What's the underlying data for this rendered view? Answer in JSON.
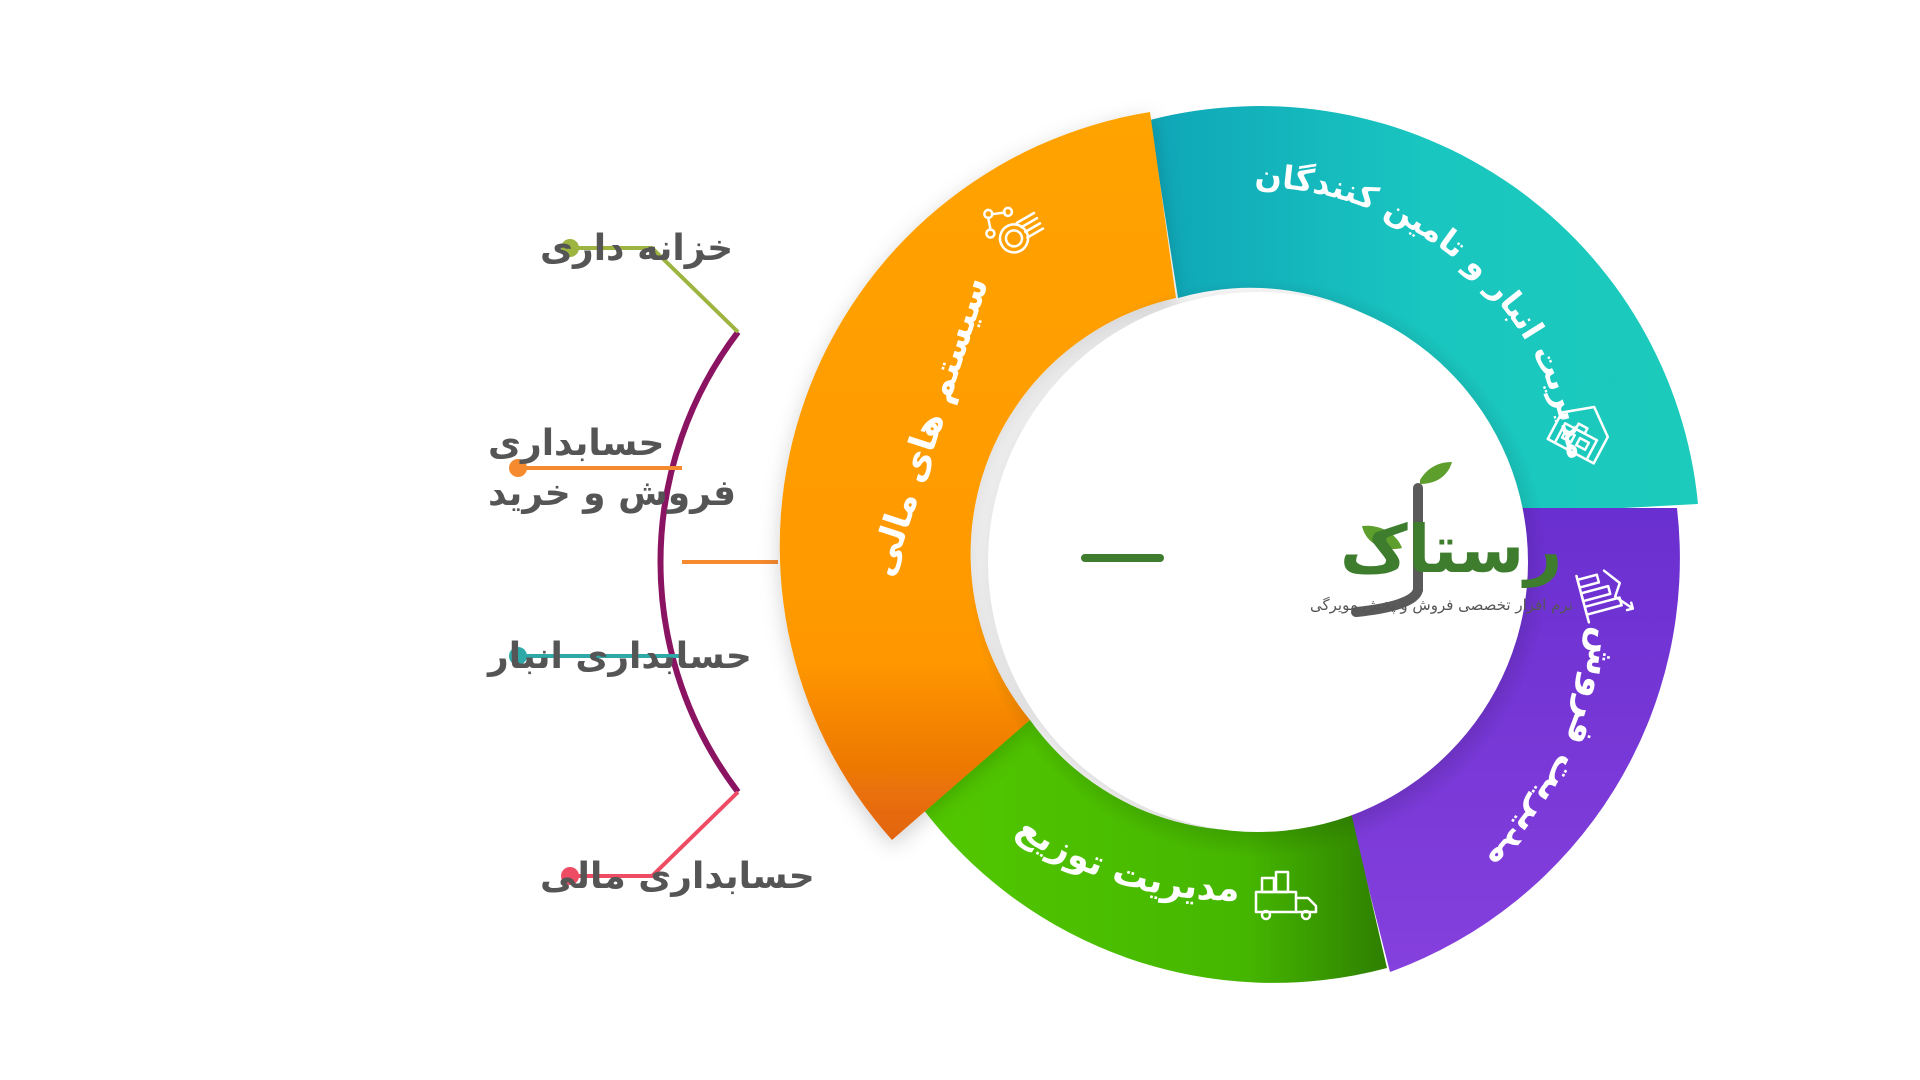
{
  "logo": {
    "name": "رستاک",
    "tagline": "نرم افزار تخصصی فروش و پخش مویرگی"
  },
  "segments": [
    {
      "id": "financial-systems",
      "label": "سیستم های مالی",
      "color": "#FF9C00",
      "icon": "coins-network-icon"
    },
    {
      "id": "warehouse-supplier-management",
      "label": "مدیریت انبار و تامین کنندگان",
      "color": "#1CC9BE",
      "icon": "warehouse-icon"
    },
    {
      "id": "sales-management",
      "label": "مدیریت فروش",
      "color": "#7B3FE0",
      "icon": "sales-chart-icon"
    },
    {
      "id": "distribution-management",
      "label": "مدیریت توزیع",
      "color": "#4FC400",
      "icon": "delivery-truck-icon"
    }
  ],
  "branches": [
    {
      "label_lines": [
        "خزانه داری"
      ],
      "color": "#9DB540"
    },
    {
      "label_lines": [
        "حسابداری",
        "فروش و خرید"
      ],
      "color": "#F58A2E"
    },
    {
      "label_lines": [
        "حسابداری انبار"
      ],
      "color": "#2FA9A8"
    },
    {
      "label_lines": [
        "حسابداری مالی"
      ],
      "color": "#EE4B64"
    }
  ],
  "bracket_color": "#8A1362",
  "logo_colors": {
    "text": "#3E7C2E",
    "leaf": "#5E9E2C",
    "stem": "#5A5A5A"
  }
}
